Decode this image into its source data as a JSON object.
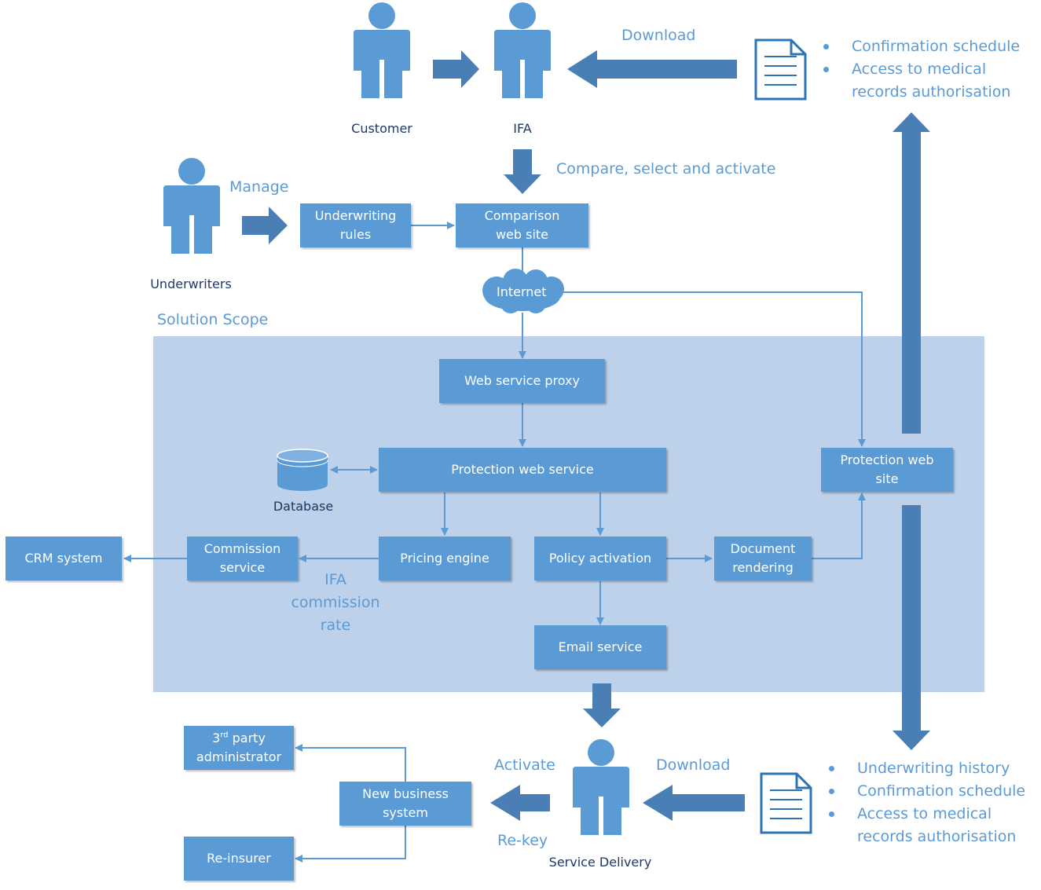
{
  "actors": {
    "customer": "Customer",
    "ifa": "IFA",
    "underwriters": "Underwriters",
    "service_delivery": "Service Delivery"
  },
  "nodes": {
    "underwriting_rules": "Underwriting rules",
    "comparison_web_site": "Comparison web site",
    "internet": "Internet",
    "web_service_proxy": "Web service proxy",
    "protection_web_service": "Protection web service",
    "database": "Database",
    "pricing_engine": "Pricing engine",
    "policy_activation": "Policy activation",
    "document_rendering": "Document rendering",
    "email_service": "Email service",
    "commission_service": "Commission service",
    "crm_system": "CRM system",
    "protection_web_site": "Protection web site",
    "new_business_system": "New business system",
    "third_party_num": "3",
    "third_party_sup": "rd",
    "third_party_rest": " party administrator",
    "re_insurer": "Re-insurer"
  },
  "labels": {
    "download_top": "Download",
    "compare_select_activate": "Compare, select and activate",
    "manage": "Manage",
    "solution_scope": "Solution Scope",
    "ifa_commission_rate": "IFA commission rate",
    "activate": "Activate",
    "rekey": "Re-key",
    "download_bottom": "Download"
  },
  "documents": {
    "top_items": [
      "Confirmation schedule",
      "Access to medical records authorisation"
    ],
    "bottom_items": [
      "Underwriting history",
      "Confirmation schedule",
      "Access to medical records authorisation"
    ]
  },
  "colors": {
    "box": "#5b9bd5",
    "thick_arrow": "#4a7fb5",
    "scope_fill": "#bdd1ea",
    "actor": "#5b9bd5",
    "text_dark": "#1f3864"
  }
}
